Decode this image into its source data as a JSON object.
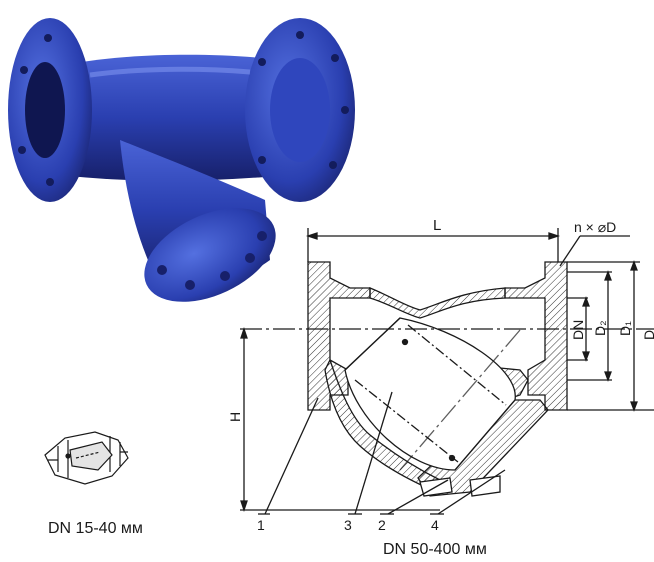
{
  "drawing": {
    "dimension_L": "L",
    "flange_holes": "n × ⌀D",
    "dim_DN": "DN",
    "dim_D2": "D₂",
    "dim_D1": "D₁",
    "dim_D": "D",
    "dim_H": "H",
    "callouts": [
      "1",
      "3",
      "2",
      "4"
    ]
  },
  "captions": {
    "small_size": "DN 15-40 мм",
    "large_size": "DN 50-400 мм"
  },
  "colors": {
    "valve_body": "#2a3fb0",
    "valve_dark": "#1a2470",
    "line": "#1a1a1a"
  }
}
